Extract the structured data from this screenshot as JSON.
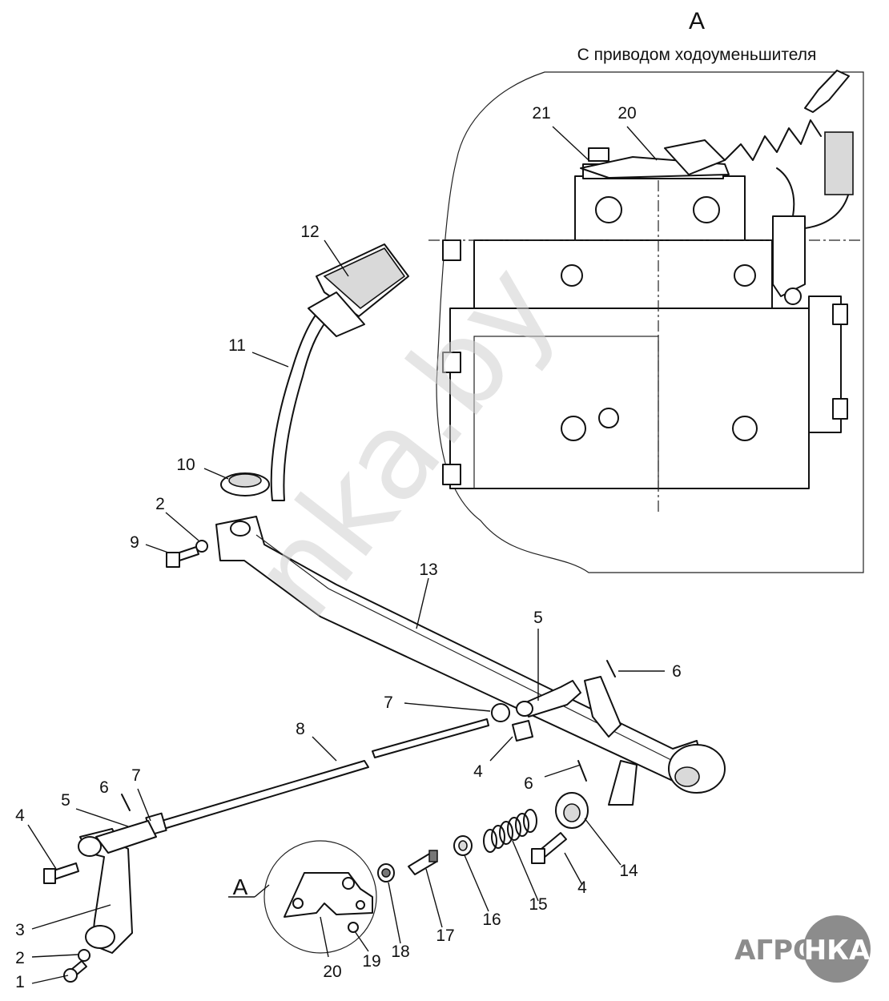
{
  "view": {
    "title": "А",
    "subtitle": "С приводом ходоуменьшителя",
    "callout": "А"
  },
  "watermark": "nka.by",
  "logo": {
    "left": "АГРО",
    "right": "НКА"
  },
  "part_labels": [
    "1",
    "2",
    "2",
    "3",
    "4",
    "4",
    "4",
    "5",
    "5",
    "6",
    "6",
    "6",
    "7",
    "7",
    "8",
    "9",
    "10",
    "11",
    "12",
    "13",
    "14",
    "15",
    "16",
    "17",
    "18",
    "19",
    "20",
    "20",
    "21"
  ],
  "colors": {
    "ink": "#111111",
    "watermark": "#d0d0d0",
    "logo_grey": "#8c8c8c"
  }
}
